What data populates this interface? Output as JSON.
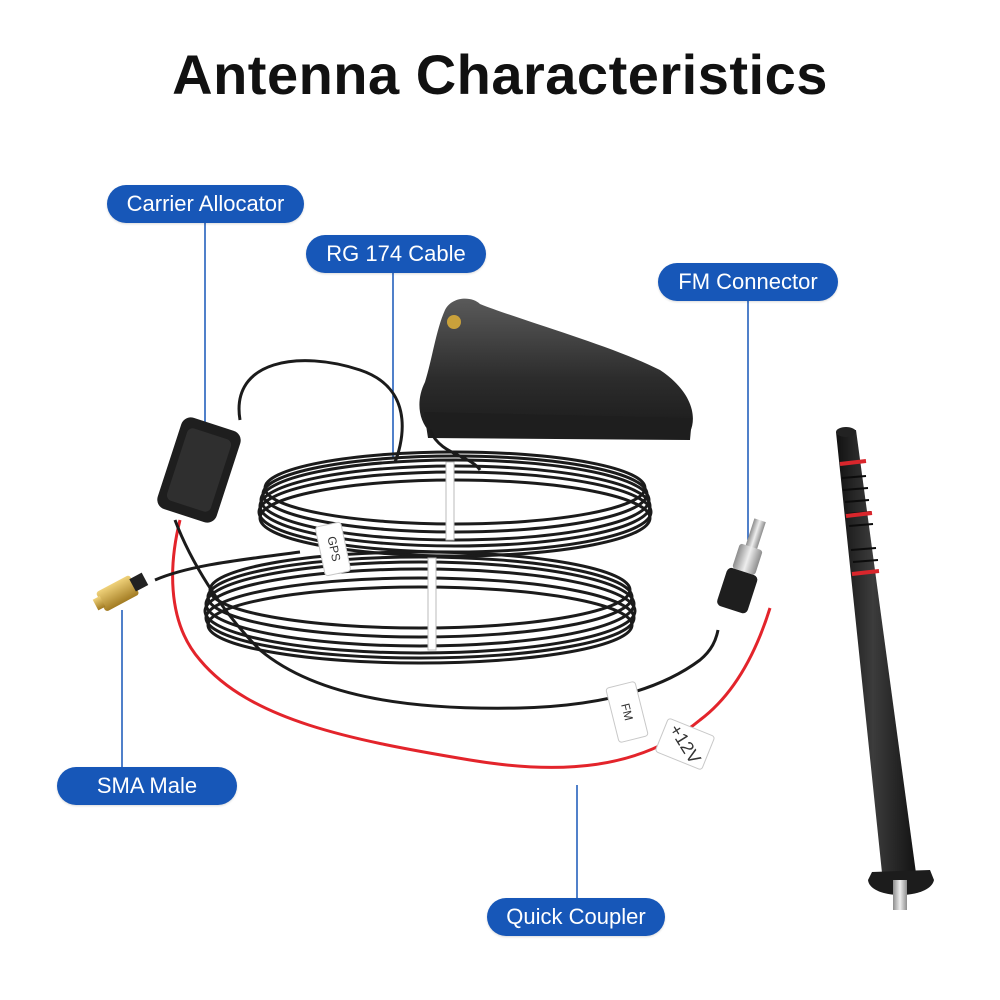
{
  "title": "Antenna Characteristics",
  "callouts": {
    "carrier_allocator": "Carrier Allocator",
    "rg174_cable": "RG 174 Cable",
    "fm_connector": "FM Connector",
    "sma_male": "SMA Male",
    "quick_coupler": "Quick Coupler"
  },
  "tags": {
    "gps": "GPS",
    "fm": "FM",
    "power": "+12V"
  },
  "colors": {
    "accent": "#1757b8",
    "cable": "#1b1b1b",
    "power_wire": "#e3242b",
    "connector_gold": "#c9a13b"
  }
}
